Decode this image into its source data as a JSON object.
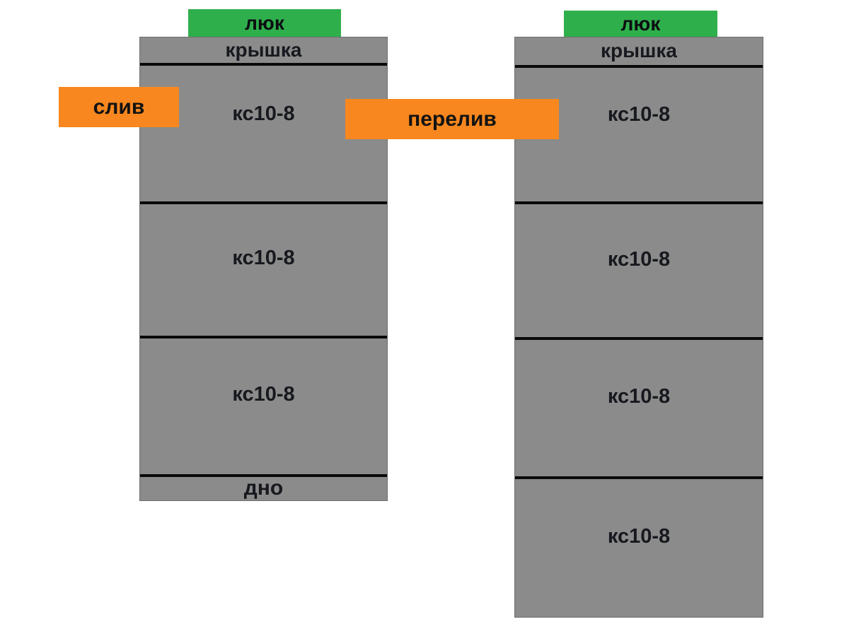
{
  "colors": {
    "green": "#2FAF4B",
    "orange": "#F7871E",
    "gray": "#8B8B8B",
    "line": "#0A0A0A",
    "text": "#17191F"
  },
  "left_assembly": {
    "hatch_label": "люк",
    "cover_label": "крышка",
    "sections": [
      {
        "label": "кс10-8"
      },
      {
        "label": "кс10-8"
      },
      {
        "label": "кс10-8"
      }
    ],
    "bottom_label": "дно"
  },
  "right_assembly": {
    "hatch_label": "люк",
    "cover_label": "крышка",
    "sections": [
      {
        "label": "кс10-8"
      },
      {
        "label": "кс10-8"
      },
      {
        "label": "кс10-8"
      },
      {
        "label": "кс10-8"
      }
    ]
  },
  "pipe_labels": {
    "drain": "слив",
    "overflow": "перелив"
  }
}
